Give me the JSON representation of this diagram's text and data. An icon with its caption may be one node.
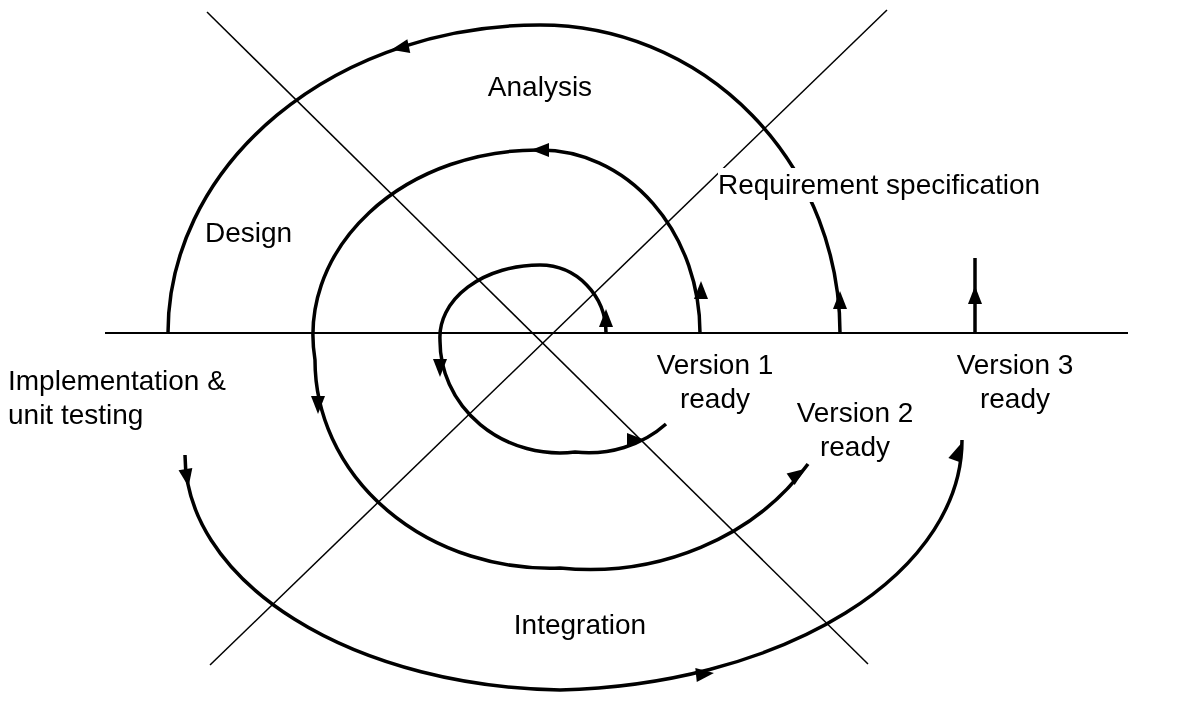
{
  "diagram": {
    "labels": [
      "Analysis",
      "Requirement specification",
      "Design",
      "Implementation & unit testing",
      "Version 1 ready",
      "Version 3 ready",
      "Version 2 ready",
      "Integration"
    ]
  }
}
